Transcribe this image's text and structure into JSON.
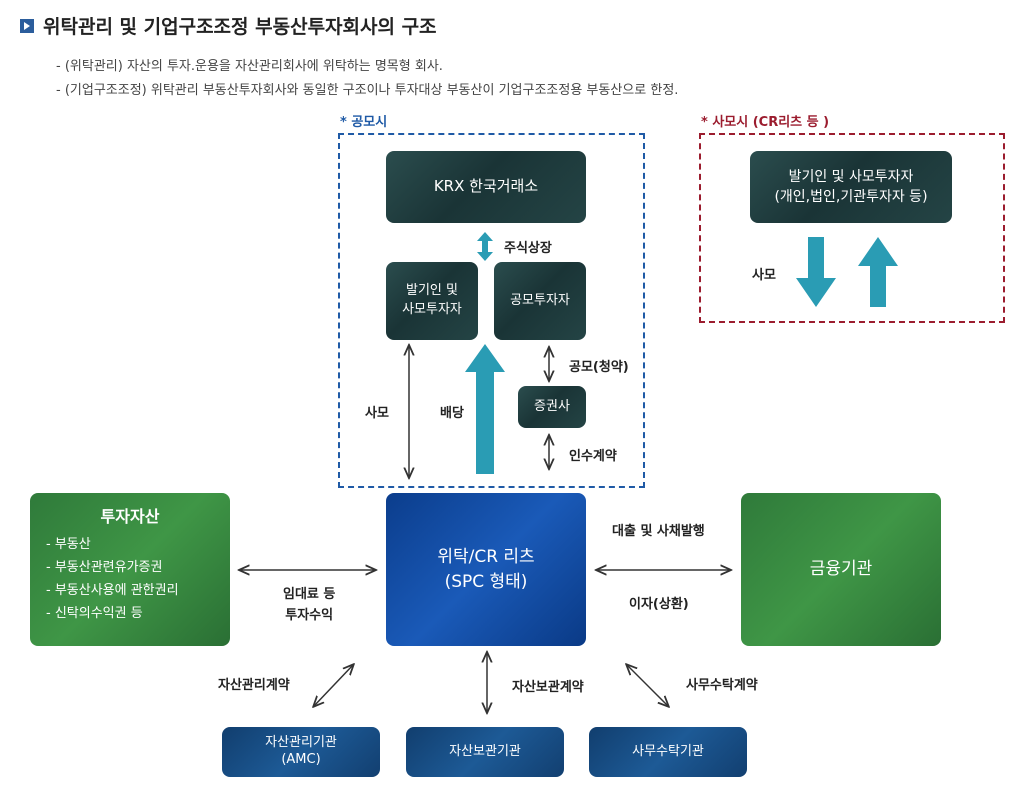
{
  "title": "위탁관리 및 기업구조조정 부동산투자회사의 구조",
  "descriptions": [
    "- (위탁관리) 자산의 투자.운용을 자산관리회사에 위탁하는 명목형 회사.",
    "- (기업구조조정) 위탁관리 부동산투자회사와 동일한 구조이나 투자대상 부동산이 기업구조조정용 부동산으로 한정."
  ],
  "public_section": {
    "label": "* 공모시",
    "krx": "KRX 한국거래소",
    "listing": "주식상장",
    "issuer": [
      "발기인 및",
      "사모투자자"
    ],
    "public_investor": "공모투자자",
    "subscription": "공모(청약)",
    "securities": "증권사",
    "underwriting": "인수계약",
    "private": "사모",
    "dividend": "배당"
  },
  "private_section": {
    "label": "* 사모시 (CR리츠 등 )",
    "investor": [
      "발기인 및 사모투자자",
      "(개인,법인,기관투자자 등)"
    ],
    "private": "사모"
  },
  "assets": {
    "title": "투자자산",
    "items": [
      "- 부동산",
      "- 부동산관련유가증권",
      "- 부동산사용에 관한권리",
      "- 신탁의수익권 등"
    ]
  },
  "reits": [
    "위탁/CR 리츠",
    "(SPC 형태)"
  ],
  "finance": "금융기관",
  "flows": {
    "rent": [
      "임대료 등",
      "투자수익"
    ],
    "loan": "대출 및 사채발행",
    "interest": "이자(상환)",
    "amc_contract": "자산관리계약",
    "custody_contract": "자산보관계약",
    "admin_contract": "사무수탁계약"
  },
  "bottom": {
    "amc": [
      "자산관리기관",
      "(AMC)"
    ],
    "custody": "자산보관기관",
    "admin": "사무수탁기관"
  },
  "colors": {
    "dash_blue": "#1f5aa6",
    "dash_red": "#9b1c2e",
    "arrow_teal": "#2a9cb4"
  }
}
